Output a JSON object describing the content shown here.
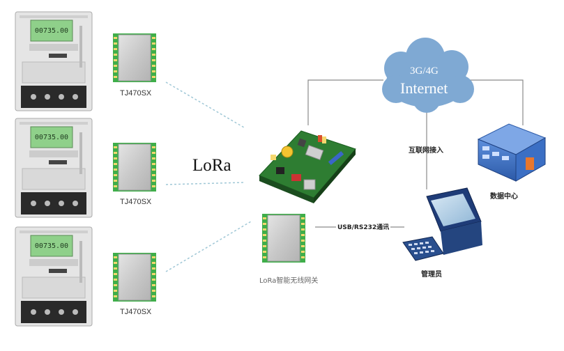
{
  "meters": [
    {
      "reading": "00735.00"
    },
    {
      "reading": "00735.00"
    },
    {
      "reading": "00735.00"
    }
  ],
  "modules": [
    {
      "label": "TJ470SX"
    },
    {
      "label": "TJ470SX"
    },
    {
      "label": "TJ470SX"
    }
  ],
  "lora_label": "LoRa",
  "gateway_label": "LoRa智能无线网关",
  "cloud": {
    "line1": "3G/4G",
    "line2": "Internet"
  },
  "internet_access_label": "互联网接入",
  "data_center_label": "数据中心",
  "usb_label": "USB/RS232通讯",
  "admin_label": "管理员",
  "colors": {
    "cloud_blue": "#7fa9d3",
    "module_green": "#3fae4a",
    "board_green": "#2e7d32",
    "server_blue": "#3f73c4",
    "link_dotted": "#9fc7d6",
    "line_gray": "#8a8a8a"
  }
}
